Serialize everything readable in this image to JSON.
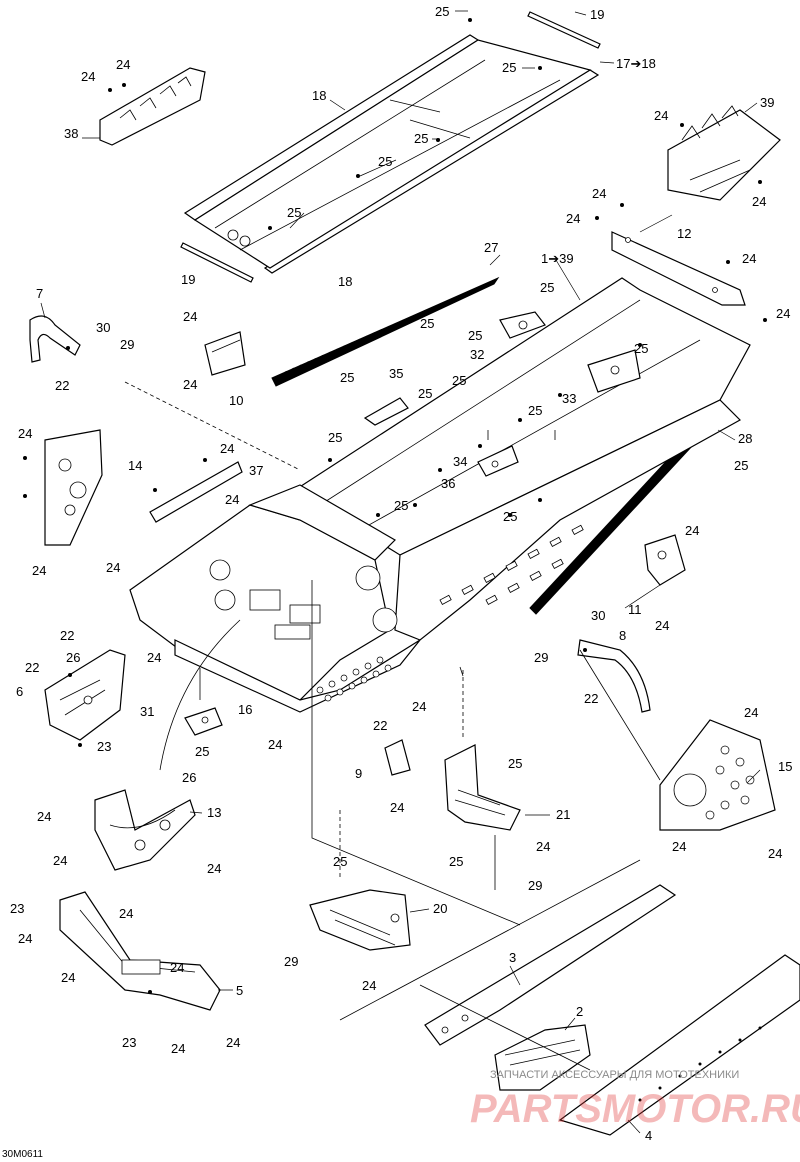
{
  "diagram": {
    "drawing_code": "30M0611",
    "watermark": {
      "line1": "ЗАПЧАСТИ АКСЕССУАРЫ ДЛЯ МОТОТЕХНИКИ",
      "line2": "PARTSMOTOR.RU"
    },
    "callouts": [
      {
        "id": "c-25-top",
        "text": "25"
      },
      {
        "id": "c-19-top",
        "text": "19"
      },
      {
        "id": "c-17-18",
        "text": "17➔18"
      },
      {
        "id": "c-25-a",
        "text": "25"
      },
      {
        "id": "c-24-l1",
        "text": "24"
      },
      {
        "id": "c-24-l2",
        "text": "24"
      },
      {
        "id": "c-38",
        "text": "38"
      },
      {
        "id": "c-18-top",
        "text": "18"
      },
      {
        "id": "c-25-b",
        "text": "25"
      },
      {
        "id": "c-25-c",
        "text": "25"
      },
      {
        "id": "c-25-d",
        "text": "25"
      },
      {
        "id": "c-24-r1",
        "text": "24"
      },
      {
        "id": "c-39",
        "text": "39"
      },
      {
        "id": "c-24-r2",
        "text": "24"
      },
      {
        "id": "c-24-12a",
        "text": "24"
      },
      {
        "id": "c-24-12b",
        "text": "24"
      },
      {
        "id": "c-12",
        "text": "12"
      },
      {
        "id": "c-19-bot",
        "text": "19"
      },
      {
        "id": "c-18-bot",
        "text": "18"
      },
      {
        "id": "c-27",
        "text": "27"
      },
      {
        "id": "c-1-39",
        "text": "1➔39"
      },
      {
        "id": "c-24-12c",
        "text": "24"
      },
      {
        "id": "c-24-12d",
        "text": "24"
      },
      {
        "id": "c-7",
        "text": "7"
      },
      {
        "id": "c-30-l",
        "text": "30"
      },
      {
        "id": "c-29-l",
        "text": "29"
      },
      {
        "id": "c-22-7",
        "text": "22"
      },
      {
        "id": "c-24-10a",
        "text": "24"
      },
      {
        "id": "c-24-10b",
        "text": "24"
      },
      {
        "id": "c-10",
        "text": "10"
      },
      {
        "id": "c-25-e",
        "text": "25"
      },
      {
        "id": "c-25-f",
        "text": "25"
      },
      {
        "id": "c-25-32",
        "text": "25"
      },
      {
        "id": "c-32",
        "text": "32"
      },
      {
        "id": "c-25-g",
        "text": "25"
      },
      {
        "id": "c-25-h",
        "text": "25"
      },
      {
        "id": "c-35",
        "text": "35"
      },
      {
        "id": "c-25-i",
        "text": "25"
      },
      {
        "id": "c-25-j",
        "text": "25"
      },
      {
        "id": "c-33",
        "text": "33"
      },
      {
        "id": "c-25-k",
        "text": "25"
      },
      {
        "id": "c-24-6a",
        "text": "24"
      },
      {
        "id": "c-25-l",
        "text": "25"
      },
      {
        "id": "c-28",
        "text": "28"
      },
      {
        "id": "c-25-28",
        "text": "25"
      },
      {
        "id": "c-34",
        "text": "34"
      },
      {
        "id": "c-14",
        "text": "14"
      },
      {
        "id": "c-24-14",
        "text": "24"
      },
      {
        "id": "c-37",
        "text": "37"
      },
      {
        "id": "c-36",
        "text": "36"
      },
      {
        "id": "c-24-m",
        "text": "24"
      },
      {
        "id": "c-25-m",
        "text": "25"
      },
      {
        "id": "c-25-n",
        "text": "25"
      },
      {
        "id": "c-24-11a",
        "text": "24"
      },
      {
        "id": "c-24-n",
        "text": "24"
      },
      {
        "id": "c-24-6b",
        "text": "24"
      },
      {
        "id": "c-11",
        "text": "11"
      },
      {
        "id": "c-24-11b",
        "text": "24"
      },
      {
        "id": "c-30-r",
        "text": "30"
      },
      {
        "id": "c-8",
        "text": "8"
      },
      {
        "id": "c-29-r",
        "text": "29"
      },
      {
        "id": "c-22-8",
        "text": "22"
      },
      {
        "id": "c-22-6a",
        "text": "22"
      },
      {
        "id": "c-22-6b",
        "text": "22"
      },
      {
        "id": "c-26-6",
        "text": "26"
      },
      {
        "id": "c-24-o",
        "text": "24"
      },
      {
        "id": "c-6",
        "text": "6"
      },
      {
        "id": "c-31",
        "text": "31"
      },
      {
        "id": "c-16",
        "text": "16"
      },
      {
        "id": "c-22-p",
        "text": "22"
      },
      {
        "id": "c-24-p",
        "text": "24"
      },
      {
        "id": "c-23-6",
        "text": "23"
      },
      {
        "id": "c-25-16",
        "text": "25"
      },
      {
        "id": "c-24-q",
        "text": "24"
      },
      {
        "id": "c-24-15",
        "text": "24"
      },
      {
        "id": "c-15",
        "text": "15"
      },
      {
        "id": "c-9",
        "text": "9"
      },
      {
        "id": "c-25-21",
        "text": "25"
      },
      {
        "id": "c-26-13",
        "text": "26"
      },
      {
        "id": "c-24-9",
        "text": "24"
      },
      {
        "id": "c-24-13a",
        "text": "24"
      },
      {
        "id": "c-13",
        "text": "13"
      },
      {
        "id": "c-21",
        "text": "21"
      },
      {
        "id": "c-24-15b",
        "text": "24"
      },
      {
        "id": "c-24-15c",
        "text": "24"
      },
      {
        "id": "c-24-21",
        "text": "24"
      },
      {
        "id": "c-25-21b",
        "text": "25"
      },
      {
        "id": "c-24-13b",
        "text": "24"
      },
      {
        "id": "c-24-13c",
        "text": "24"
      },
      {
        "id": "c-24-13d",
        "text": "24"
      },
      {
        "id": "c-29-21",
        "text": "29"
      },
      {
        "id": "c-25-20",
        "text": "25"
      },
      {
        "id": "c-23-5a",
        "text": "23"
      },
      {
        "id": "c-24-5a",
        "text": "24"
      },
      {
        "id": "c-20",
        "text": "20"
      },
      {
        "id": "c-24-5b",
        "text": "24"
      },
      {
        "id": "c-3",
        "text": "3"
      },
      {
        "id": "c-29-20",
        "text": "29"
      },
      {
        "id": "c-24-20",
        "text": "24"
      },
      {
        "id": "c-24-5c",
        "text": "24"
      },
      {
        "id": "c-5",
        "text": "5"
      },
      {
        "id": "c-2",
        "text": "2"
      },
      {
        "id": "c-23-5b",
        "text": "23"
      },
      {
        "id": "c-24-5d",
        "text": "24"
      },
      {
        "id": "c-24-5e",
        "text": "24"
      },
      {
        "id": "c-4",
        "text": "4"
      }
    ]
  }
}
